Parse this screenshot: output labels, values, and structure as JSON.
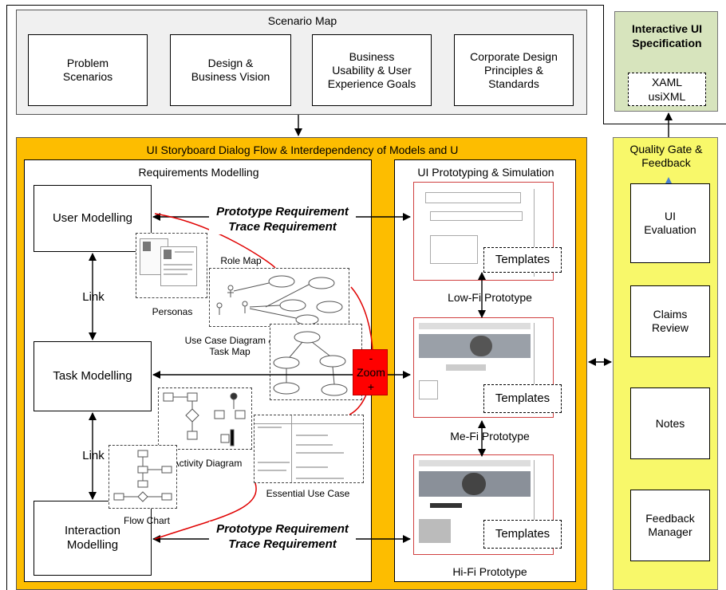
{
  "scenario_map": {
    "title": "Scenario Map",
    "items": [
      "Problem\nScenarios",
      "Design &\nBusiness Vision",
      "Business\nUsability & User\nExperience Goals",
      "Corporate Design\nPrinciples &\nStandards"
    ]
  },
  "spec": {
    "title": "Interactive UI\nSpecification",
    "formats": "XAML\nusiXML"
  },
  "storyboard": {
    "title": "UI Storyboard  Dialog Flow & Interdependency of Models and U"
  },
  "requirements": {
    "title": "Requirements Modelling",
    "user_modelling": "User Modelling",
    "task_modelling": "Task Modelling",
    "interaction_modelling": "Interaction\nModelling",
    "link_top": "Link",
    "link_bottom": "Link",
    "artifacts": {
      "personas": "Personas",
      "role_map": "Role Map",
      "use_case": "Use Case Diagram &\nTask Map",
      "activity": "Activity Diagram",
      "flow_chart": "Flow Chart",
      "essential": "Essential Use Case"
    }
  },
  "trace_top": "Prototype Requirement\nTrace Requirement",
  "trace_bottom": "Prototype Requirement\nTrace Requirement",
  "zoom": {
    "minus": "-",
    "label": "Zoom",
    "plus": "+"
  },
  "prototyping": {
    "title": "UI Prototyping & Simulation",
    "templates": [
      "Templates",
      "Templates",
      "Templates"
    ],
    "low_fi": "Low-Fi Prototype",
    "me_fi": "Me-Fi  Prototype",
    "hi_fi": "Hi-Fi Prototype"
  },
  "quality": {
    "title": "Quality Gate &\nFeedback",
    "items": [
      "UI\nEvaluation",
      "Claims\nReview",
      "Notes",
      "Feedback\nManager"
    ]
  },
  "colors": {
    "storyboard_bg": "#fdbd00",
    "quality_bg": "#f8f86a",
    "spec_bg": "#d7e4bd",
    "scenario_bg": "#f0f0f0",
    "zoom_bg": "#ff0000",
    "trace_line": "#e00000"
  }
}
